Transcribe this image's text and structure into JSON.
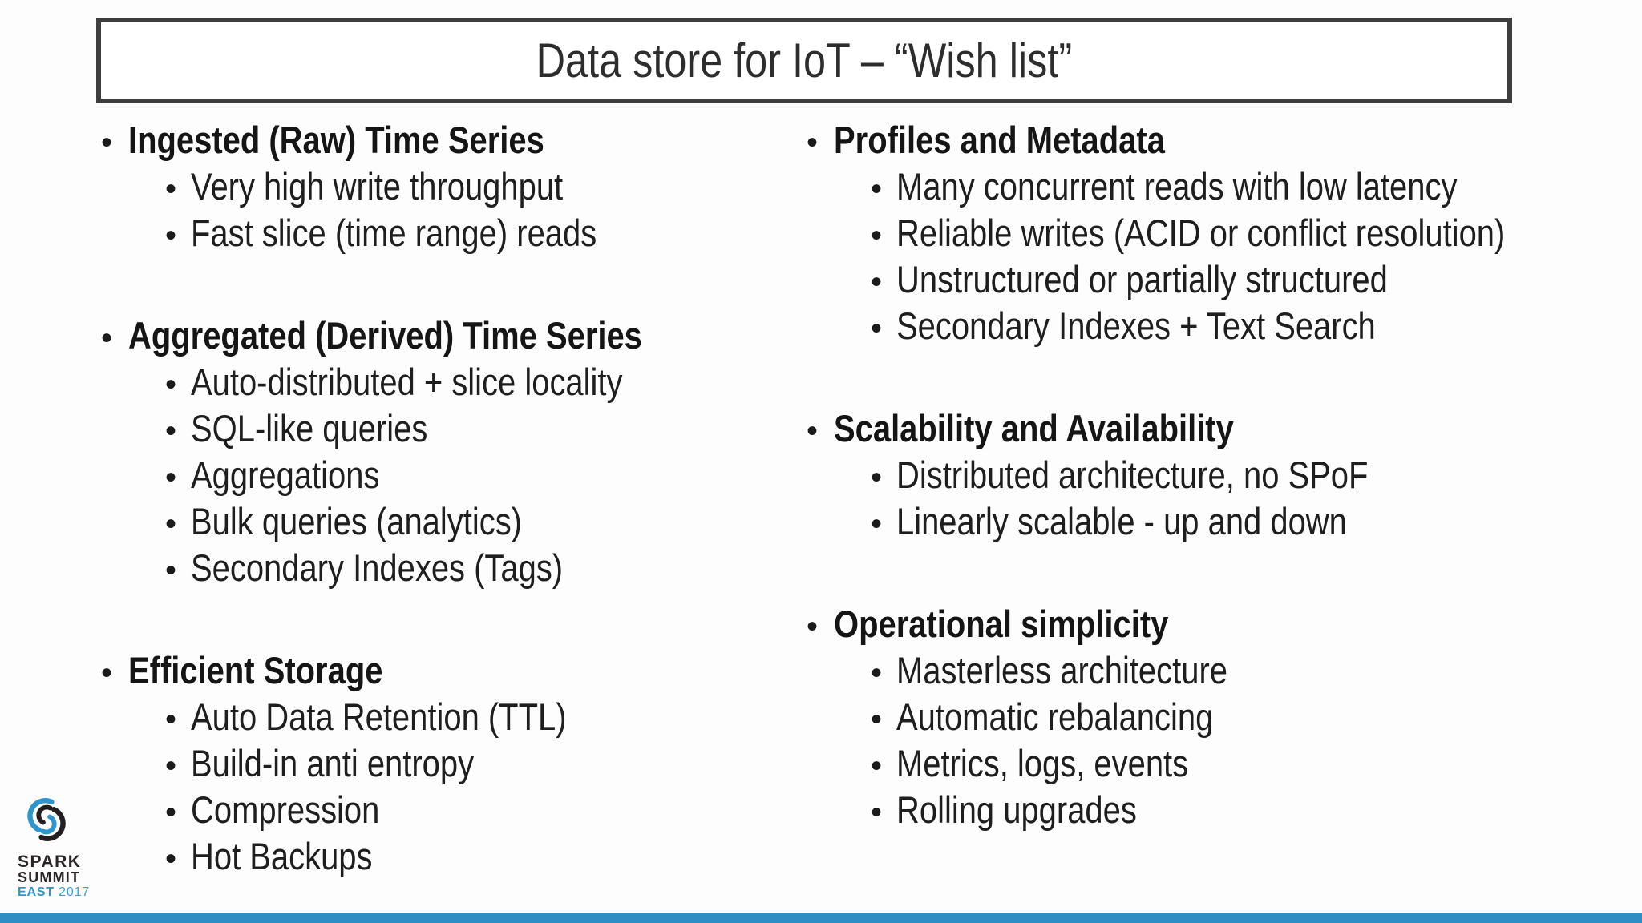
{
  "slide": {
    "title": "Data store for IoT – “Wish list”",
    "columns": [
      {
        "sections": [
          {
            "heading": "Ingested (Raw) Time Series",
            "items": [
              "Very high write throughput",
              "Fast slice (time range) reads"
            ]
          },
          {
            "heading": "Aggregated (Derived) Time Series",
            "items": [
              "Auto-distributed + slice locality",
              "SQL-like queries",
              "Aggregations",
              "Bulk queries (analytics)",
              "Secondary Indexes (Tags)"
            ]
          },
          {
            "heading": "Efficient Storage",
            "items": [
              "Auto Data Retention (TTL)",
              "Build-in anti entropy",
              "Compression",
              "Hot Backups"
            ]
          }
        ]
      },
      {
        "sections": [
          {
            "heading": "Profiles and Metadata",
            "items": [
              "Many concurrent reads with low latency",
              "Reliable writes (ACID or conflict resolution)",
              "Unstructured or partially structured",
              "Secondary Indexes + Text Search"
            ]
          },
          {
            "heading": "Scalability and Availability",
            "items": [
              "Distributed architecture, no SPoF",
              "Linearly scalable - up and down"
            ]
          },
          {
            "heading": "Operational simplicity",
            "items": [
              "Masterless architecture",
              "Automatic rebalancing",
              "Metrics, logs, events",
              "Rolling upgrades"
            ]
          }
        ]
      }
    ],
    "bullet_glyph": "•",
    "footer": {
      "logo": {
        "line1": "SPARK",
        "line2": "SUMMIT",
        "line3_bold": "EAST",
        "line3_year": "2017"
      }
    },
    "colors": {
      "accent_bar_blue": "#2d8ec6",
      "logo_blue": "#2e95cd",
      "logo_black": "#231f20",
      "title_border_gray": "#3e3e3e",
      "text_color": "#1b1b1b",
      "background": "#fdfdfd"
    }
  }
}
